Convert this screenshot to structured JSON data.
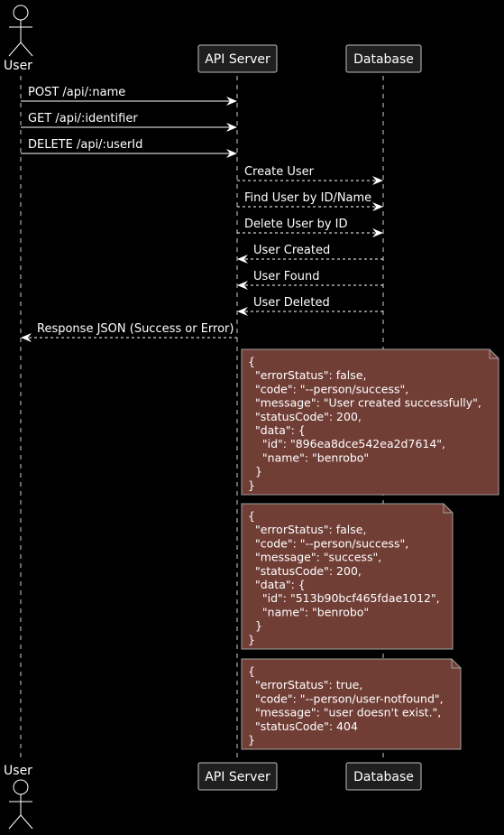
{
  "colors": {
    "background": "#000000",
    "foreground": "#ffffff",
    "lifeline": "#cfcfcf",
    "participant_fill": "#1f1f1f",
    "participant_border": "#c0c0c0",
    "note_fill": "#713e36",
    "note_border": "#a0a0a0"
  },
  "participants": {
    "user": {
      "label": "User",
      "icon": "actor-stick-figure-icon"
    },
    "api": {
      "label": "API Server"
    },
    "db": {
      "label": "Database"
    }
  },
  "messages": [
    {
      "text": "POST /api/:name",
      "from": "user",
      "to": "api",
      "style": "solid"
    },
    {
      "text": "GET /api/:identifier",
      "from": "user",
      "to": "api",
      "style": "solid"
    },
    {
      "text": "DELETE /api/:userId",
      "from": "user",
      "to": "api",
      "style": "solid"
    },
    {
      "text": "Create User",
      "from": "api",
      "to": "db",
      "style": "dashed"
    },
    {
      "text": "Find User by ID/Name",
      "from": "api",
      "to": "db",
      "style": "dashed"
    },
    {
      "text": "Delete User by ID",
      "from": "api",
      "to": "db",
      "style": "dashed"
    },
    {
      "text": "User Created",
      "from": "db",
      "to": "api",
      "style": "dashed"
    },
    {
      "text": "User Found",
      "from": "db",
      "to": "api",
      "style": "dashed"
    },
    {
      "text": "User Deleted",
      "from": "db",
      "to": "api",
      "style": "dashed"
    },
    {
      "text": "Response JSON (Success or Error)",
      "from": "api",
      "to": "user",
      "style": "dashed"
    }
  ],
  "notes": [
    {
      "lines": [
        "{",
        "  \"errorStatus\": false,",
        "  \"code\": \"--person/success\",",
        "  \"message\": \"User created successfully\",",
        "  \"statusCode\": 200,",
        "  \"data\": {",
        "    \"id\": \"896ea8dce542ea2d7614\",",
        "    \"name\": \"benrobo\"",
        "  }",
        "}"
      ]
    },
    {
      "lines": [
        "{",
        "  \"errorStatus\": false,",
        "  \"code\": \"--person/success\",",
        "  \"message\": \"success\",",
        "  \"statusCode\": 200,",
        "  \"data\": {",
        "    \"id\": \"513b90bcf465fdae1012\",",
        "    \"name\": \"benrobo\"",
        "  }",
        "}"
      ]
    },
    {
      "lines": [
        "{",
        "  \"errorStatus\": true,",
        "  \"code\": \"--person/user-notfound\",",
        "  \"message\": \"user doesn't exist.\",",
        "  \"statusCode\": 404",
        "}"
      ]
    }
  ]
}
